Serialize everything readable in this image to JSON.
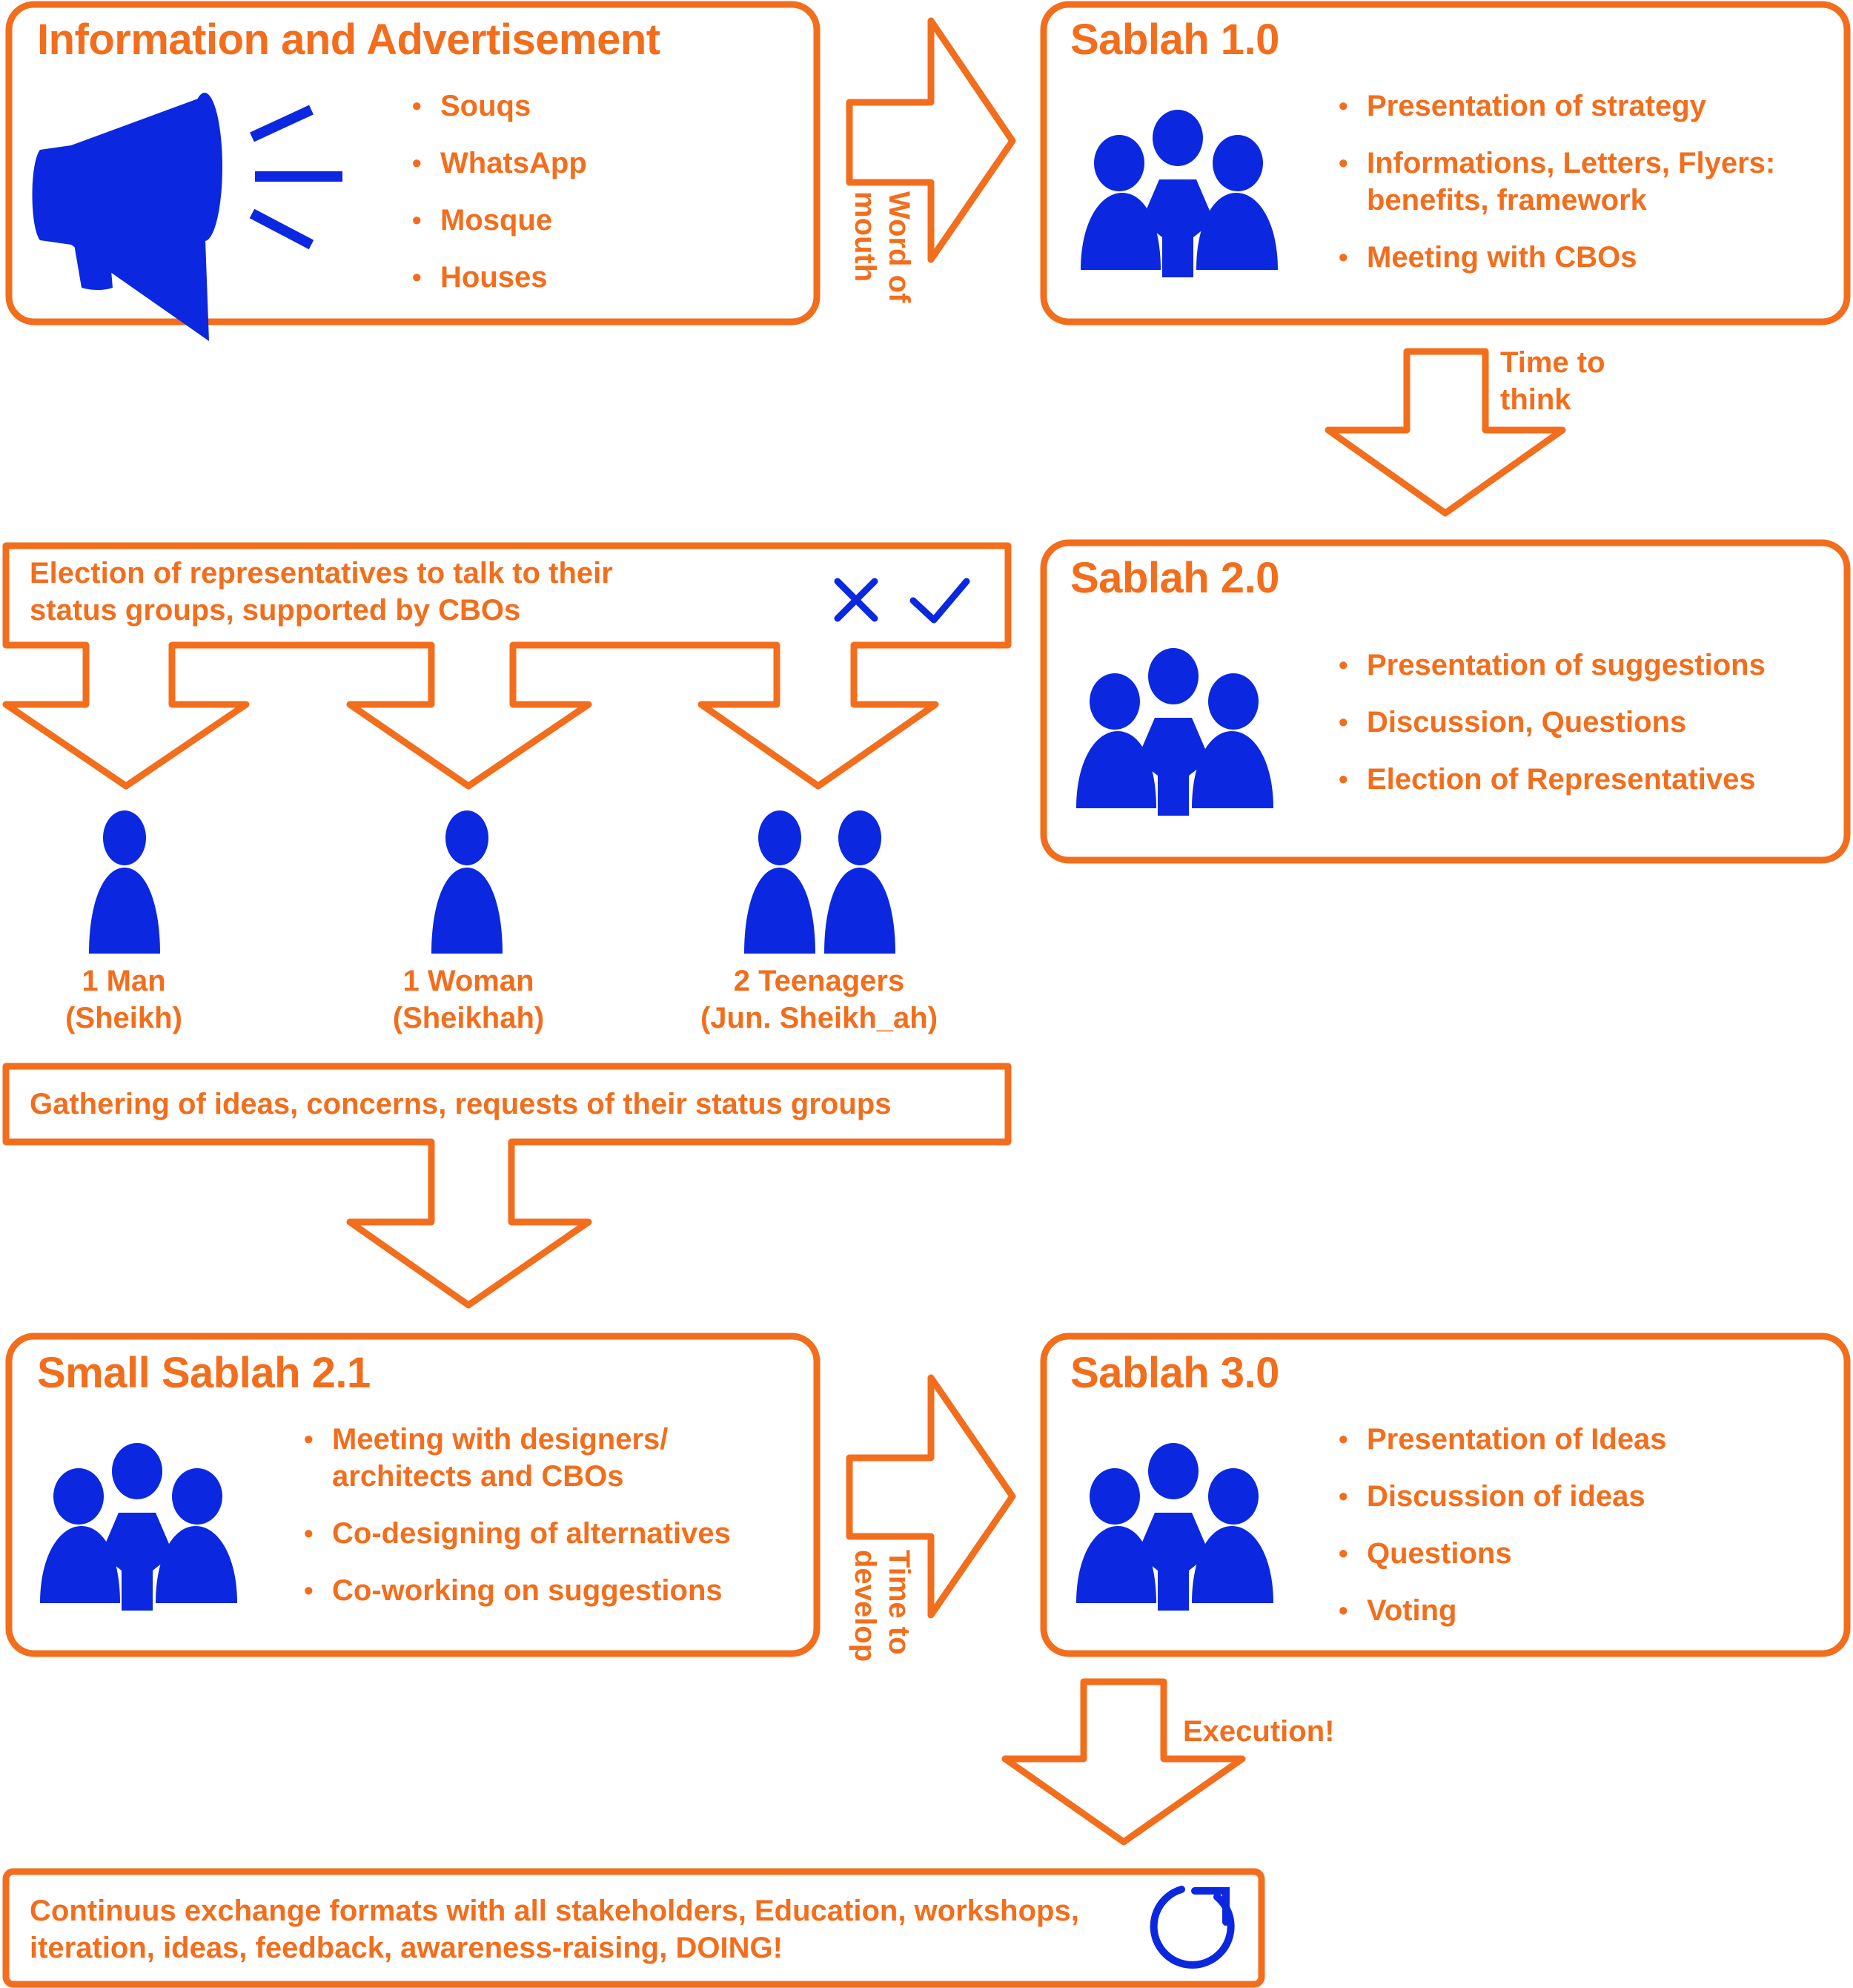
{
  "colors": {
    "accent": "#F26E1D",
    "icon": "#0B28E0",
    "background": "#FFFFFF"
  },
  "info": {
    "title": "Information and Advertisement",
    "icon": "megaphone-icon",
    "items": [
      "Souqs",
      "WhatsApp",
      "Mosque",
      "Houses"
    ]
  },
  "arrow_word_of_mouth": {
    "label": "Word of mouth"
  },
  "sablah1": {
    "title": "Sablah 1.0",
    "icon": "group-icon",
    "items": [
      "Presentation of strategy",
      "Informations, Letters, Flyers: benefits, framework",
      "Meeting with CBOs"
    ]
  },
  "arrow_time_to_think": {
    "label": "Time to think"
  },
  "election": {
    "text": "Election of representatives to talk to their status groups, supported by CBOs",
    "icons": [
      "cross-icon",
      "check-icon"
    ]
  },
  "sablah2": {
    "title": "Sablah 2.0",
    "icon": "group-icon",
    "items": [
      "Presentation of suggestions",
      "Discussion, Questions",
      "Election of Representatives"
    ]
  },
  "representatives": [
    {
      "line1": "1 Man",
      "line2": "(Sheikh)",
      "icon": "person-icon"
    },
    {
      "line1": "1 Woman",
      "line2": "(Sheikhah)",
      "icon": "person-icon"
    },
    {
      "line1": "2 Teenagers",
      "line2": "(Jun. Sheikh_ah)",
      "icon": "two-persons-icon"
    }
  ],
  "gathering": {
    "text": "Gathering of ideas, concerns, requests of their status groups"
  },
  "small_sablah": {
    "title": "Small Sablah 2.1",
    "icon": "group-icon",
    "items": [
      "Meeting with designers/ architects and CBOs",
      "Co-designing of alternatives",
      "Co-working on suggestions"
    ]
  },
  "arrow_time_to_develop": {
    "label": "Time to develop"
  },
  "sablah3": {
    "title": "Sablah 3.0",
    "icon": "group-icon",
    "items": [
      "Presentation of Ideas",
      "Discussion of ideas",
      "Questions",
      "Voting"
    ]
  },
  "arrow_execution": {
    "label": "Execution!"
  },
  "continuous": {
    "text": "Continuus exchange formats with all stakeholders, Education, workshops, iteration, ideas, feedback, awareness-raising, DOING!",
    "icon": "refresh-icon"
  }
}
